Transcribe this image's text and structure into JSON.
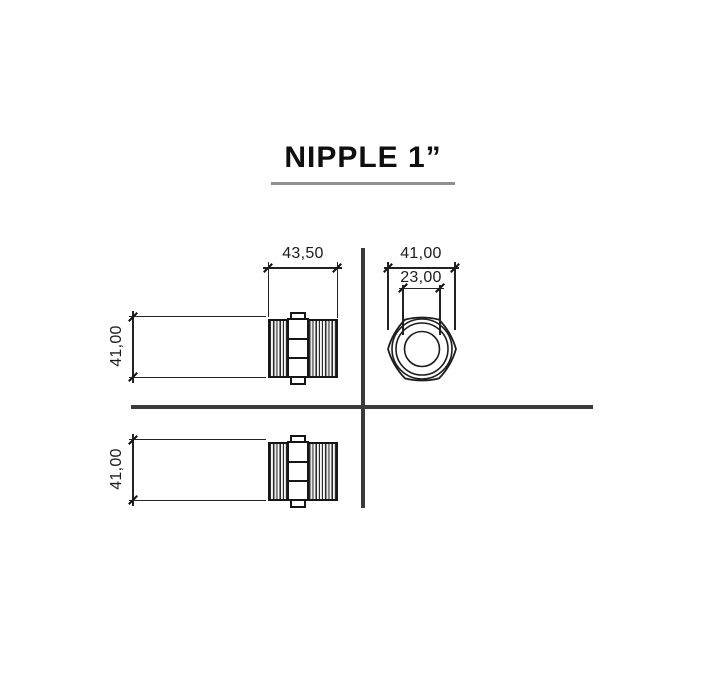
{
  "title": "NIPPLE 1”",
  "dimensions": {
    "side_width": "43,50",
    "side_height_top": "41,00",
    "side_height_bottom": "41,00",
    "end_outer_diameter": "41,00",
    "end_inner_diameter": "23,00"
  },
  "colors": {
    "drawing_line": "#222222",
    "axis_line": "#3a3a3a",
    "title_text": "#0f0f0f",
    "title_underline": "#8f8f8f",
    "background": "#ffffff"
  }
}
